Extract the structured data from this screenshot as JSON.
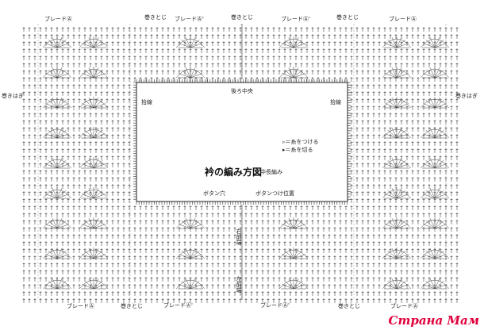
{
  "diagram": {
    "title": "衿の編み方図",
    "stitch_note": "中長編み",
    "legend": [
      {
        "icon": "open-triangle-icon",
        "text": "＝糸をつける"
      },
      {
        "icon": "filled-triangle-icon",
        "text": "＝糸を切る"
      }
    ],
    "labels": {
      "braid_a": "ブレードⒶ",
      "braid_a_prime": "ブレードⒶ'",
      "maki_toji": "巻きとじ",
      "maki_hagi": "巻きはぎ",
      "back_center": "後ろ中央",
      "pick_up": "拾線",
      "button_hole": "ボタン穴",
      "button_position": "ボタンつけ位置",
      "right_front": "右前端",
      "left_front": "左前端"
    }
  },
  "watermark": "Страна Мам"
}
